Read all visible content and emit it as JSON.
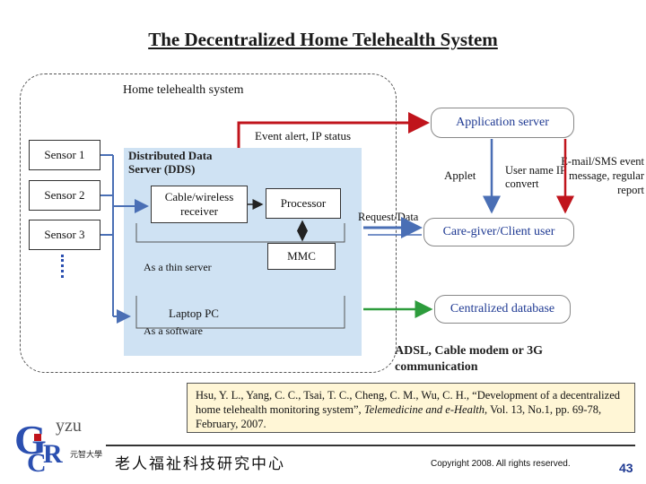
{
  "title": "The Decentralized Home Telehealth System",
  "home_label": "Home telehealth system",
  "sensors": [
    "Sensor 1",
    "Sensor 2",
    "Sensor 3"
  ],
  "dds_label": "Distributed Data Server (DDS)",
  "receiver_label": "Cable/wireless receiver",
  "processor_label": "Processor",
  "mmc_label": "MMC",
  "thin_server_label": "As a thin server",
  "laptop_label": "Laptop PC",
  "software_label": "As a software",
  "event_alert_label": "Event alert, IP status",
  "app_server_label": "Application server",
  "applet_label": "Applet",
  "username_label": "User name IP convert",
  "email_label": "E-mail/SMS event message, regular report",
  "request_label": "Request/Data",
  "caregiver_label": "Care-giver/Client user",
  "database_label": "Centralized database",
  "adsl_label": "ADSL, Cable modem or 3G communication",
  "citation": {
    "authors": "Hsu, Y. L., Yang, C. C., Tsai, T. C., Cheng, C. M., Wu, C. H., “Development of a decentralized home telehealth monitoring system”, ",
    "journal": "Telemedicine and e-Health",
    "rest": ", Vol. 13, No.1, pp. 69-78, February, 2007."
  },
  "logo": {
    "lines": [
      "yzu",
      "元智大學"
    ],
    "letters": "GCR"
  },
  "chinese_center": "老人福祉科技研究中心",
  "copyright": "Copyright 2008. All rights reserved.",
  "page_number": "43",
  "colors": {
    "red_arrow": "#c0141c",
    "green_arrow": "#2d9c3c",
    "blue_arrow": "#4a6fb5",
    "panel": "#cfe2f3"
  }
}
